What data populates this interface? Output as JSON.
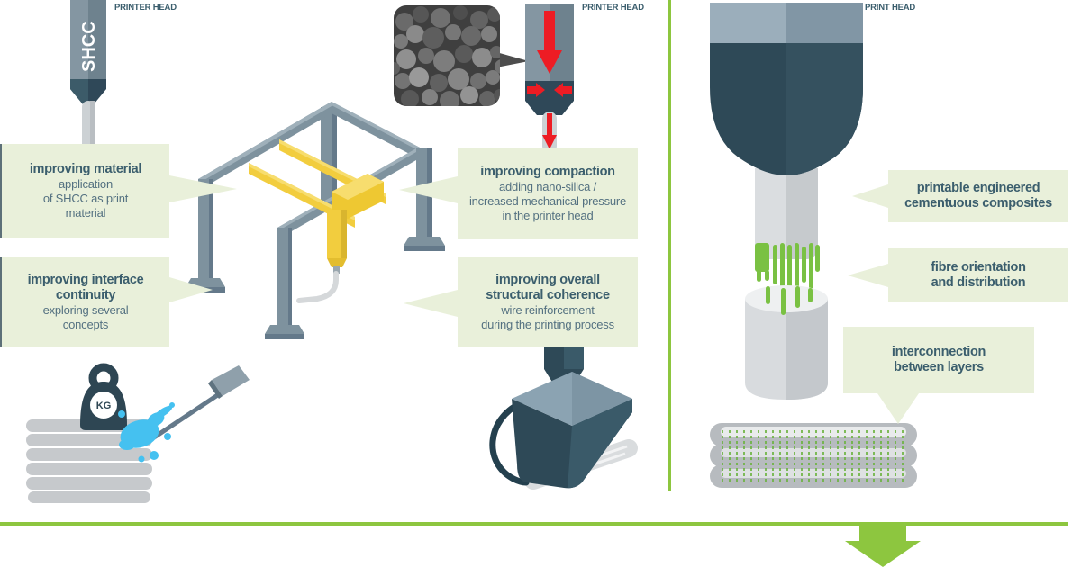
{
  "labels": {
    "printer_head_left": "PRINTER HEAD",
    "printer_head_mid": "PRINTER HEAD",
    "print_head_right": "PRINT HEAD",
    "shcc": "SHCC",
    "kg": "KG"
  },
  "callouts": {
    "material": {
      "title": "improving material",
      "body": "application\nof SHCC as print\nmaterial"
    },
    "interface": {
      "title": "improving interface\ncontinuity",
      "body": "exploring several\nconcepts"
    },
    "compaction": {
      "title": "improving compaction",
      "body": "adding nano-silica /\nincreased mechanical pressure\nin the printer head"
    },
    "coherence": {
      "title": "improving overall\nstructural coherence",
      "body": "wire reinforcement\nduring the printing process"
    },
    "printable": {
      "title": "printable engineered\ncementuous composites"
    },
    "fibre": {
      "title": "fibre orientation\nand distribution"
    },
    "interconnection": {
      "title": "interconnection\nbetween layers"
    }
  },
  "colors": {
    "accent_green": "#8dc63f",
    "fibre_green": "#7ac143",
    "callout_bg": "#e9f0da",
    "slate_dark": "#2f4858",
    "slate_mid": "#7e929e",
    "text_title": "#3b5e6d",
    "text_body": "#547181",
    "arrow_red": "#ed1c24",
    "splash_blue": "#45c1f0",
    "layer_gray": "#c5c8cb"
  }
}
